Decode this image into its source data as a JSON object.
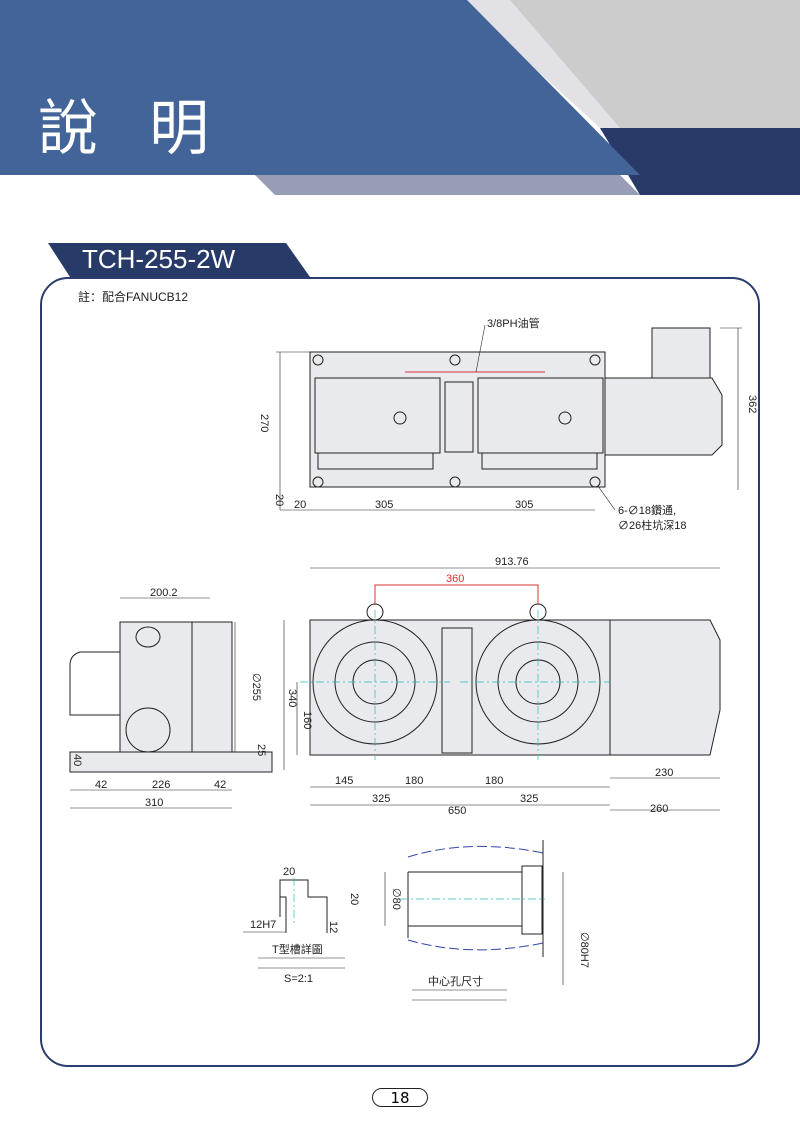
{
  "header": {
    "title": "說 明",
    "colors": {
      "blue": "#436499",
      "navy": "#283a67",
      "gray": "#cccccc",
      "light": "#e2e2e6",
      "slab": "#969db5"
    }
  },
  "model": {
    "name": "TCH-255-2W"
  },
  "note": "註：配合FANUCB12",
  "top_view": {
    "oil_pipe": "3/8PH油管",
    "dims": {
      "height": "270",
      "right": "362",
      "base": "20",
      "left_offset": "20",
      "span1": "305",
      "span2": "305"
    },
    "hole_note_1": "6-∅18鑽通,",
    "hole_note_2": "∅26柱坑深18"
  },
  "side_view": {
    "dims": {
      "top": "200.2",
      "dia": "∅255",
      "foot": "40",
      "base_left": "42",
      "base_mid": "226",
      "base_right": "42",
      "total": "310"
    }
  },
  "front_view": {
    "dims": {
      "overall": "913.76",
      "center_dist": "360",
      "height": "340",
      "center_h": "160",
      "base_h": "25",
      "d145": "145",
      "d180a": "180",
      "d180b": "180",
      "d325a": "325",
      "d325b": "325",
      "d650": "650",
      "d230": "230",
      "d260": "260"
    }
  },
  "tslot": {
    "w_top": "20",
    "h": "20",
    "slot": "12H7",
    "depth": "12",
    "caption": "T型槽詳圖",
    "scale": "S=2:1"
  },
  "center_hole": {
    "dia": "∅80",
    "dia_h7": "∅80H7",
    "caption": "中心孔尺寸"
  },
  "page": {
    "number": "18"
  }
}
